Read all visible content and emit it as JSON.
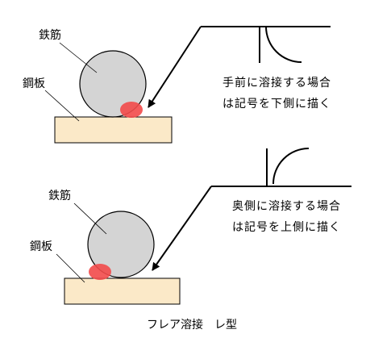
{
  "top_diagram": {
    "rebar_label": "鉄筋",
    "plate_label": "鋼板",
    "note_line1": "手前に溶接する場合",
    "note_line2": "は記号を下側に描く"
  },
  "bottom_diagram": {
    "rebar_label": "鉄筋",
    "plate_label": "鋼板",
    "note_line1": "奥側に溶接する場合",
    "note_line2": "は記号を上側に描く"
  },
  "caption": "フレア溶接　レ型",
  "colors": {
    "rebar_fill": "#d4d4d4",
    "plate_fill": "#fbe9c8",
    "weld_fill": "#f24a4a",
    "line": "#000000"
  }
}
